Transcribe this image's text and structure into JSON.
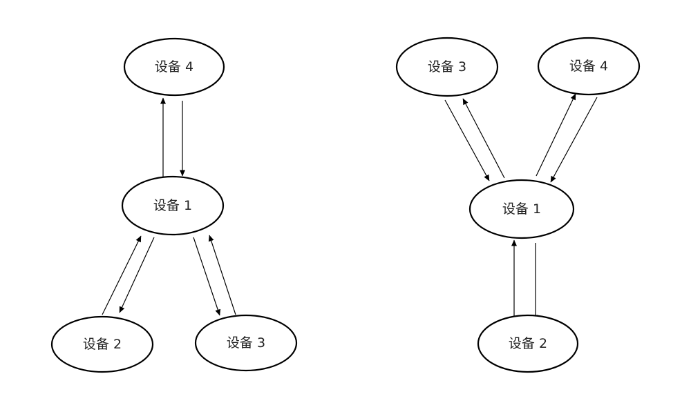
{
  "colors": {
    "background": "#ffffff",
    "stroke": "#000000",
    "text": "#222222"
  },
  "diagrams": [
    {
      "nodes": [
        {
          "id": "d4",
          "label": "设备 4"
        },
        {
          "id": "d1",
          "label": "设备 1"
        },
        {
          "id": "d2",
          "label": "设备 2"
        },
        {
          "id": "d3",
          "label": "设备 3"
        }
      ],
      "edges": [
        {
          "from": "d1",
          "to": "d4"
        },
        {
          "from": "d4",
          "to": "d1"
        },
        {
          "from": "d2",
          "to": "d1"
        },
        {
          "from": "d1",
          "to": "d2"
        },
        {
          "from": "d1",
          "to": "d3"
        },
        {
          "from": "d3",
          "to": "d1"
        }
      ]
    },
    {
      "nodes": [
        {
          "id": "d3",
          "label": "设备 3"
        },
        {
          "id": "d4",
          "label": "设备 4"
        },
        {
          "id": "d1",
          "label": "设备 1"
        },
        {
          "id": "d2",
          "label": "设备 2"
        }
      ],
      "edges": [
        {
          "from": "d3",
          "to": "d1"
        },
        {
          "from": "d1",
          "to": "d3"
        },
        {
          "from": "d1",
          "to": "d4"
        },
        {
          "from": "d4",
          "to": "d1"
        },
        {
          "from": "d2",
          "to": "d1"
        },
        {
          "from": "d1",
          "to": "d2"
        }
      ]
    }
  ]
}
